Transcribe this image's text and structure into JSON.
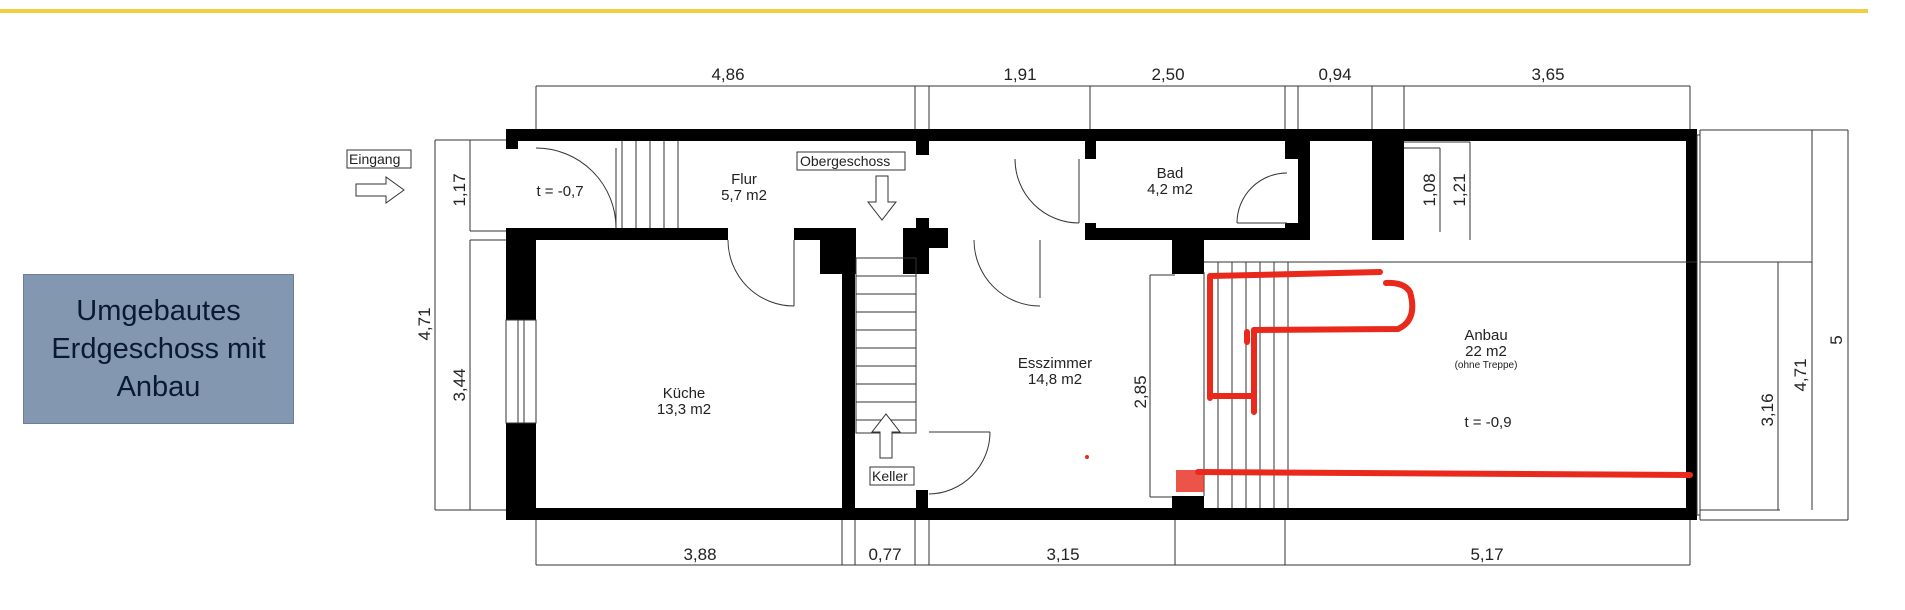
{
  "caption": "Umgebautes\nErdgeschoss mit\nAnbau",
  "labels": {
    "entrance": "Eingang",
    "upstairs": "Obergeschoss",
    "cellar": "Keller",
    "level_entrance": "t = -0,7",
    "level_extension": "t = -0,9"
  },
  "rooms": {
    "flur": {
      "name": "Flur",
      "area": "5,7 m2"
    },
    "bad": {
      "name": "Bad",
      "area": "4,2 m2"
    },
    "kueche": {
      "name": "Küche",
      "area": "13,3 m2"
    },
    "esszimmer": {
      "name": "Esszimmer",
      "area": "14,8 m2"
    },
    "anbau": {
      "name": "Anbau",
      "area": "22 m2",
      "note": "(ohne Treppe)"
    }
  },
  "dimensions": {
    "top": [
      "4,86",
      "1,91",
      "2,50",
      "0,94",
      "3,65"
    ],
    "bottom": [
      "3,88",
      "0,77",
      "3,15",
      "5,17"
    ],
    "left_total": "4,71",
    "left_upper": "1,17",
    "left_lower": "3,44",
    "bad_a": "1,08",
    "bad_b": "1,21",
    "esszimmer_height": "2,85",
    "anbau_a": "3,16",
    "anbau_b": "4,71",
    "anbau_total": "5"
  },
  "colors": {
    "wall": "#000000",
    "markup": "#e8291c",
    "header_line": "#f0d040",
    "caption_bg": "#8497b0"
  }
}
